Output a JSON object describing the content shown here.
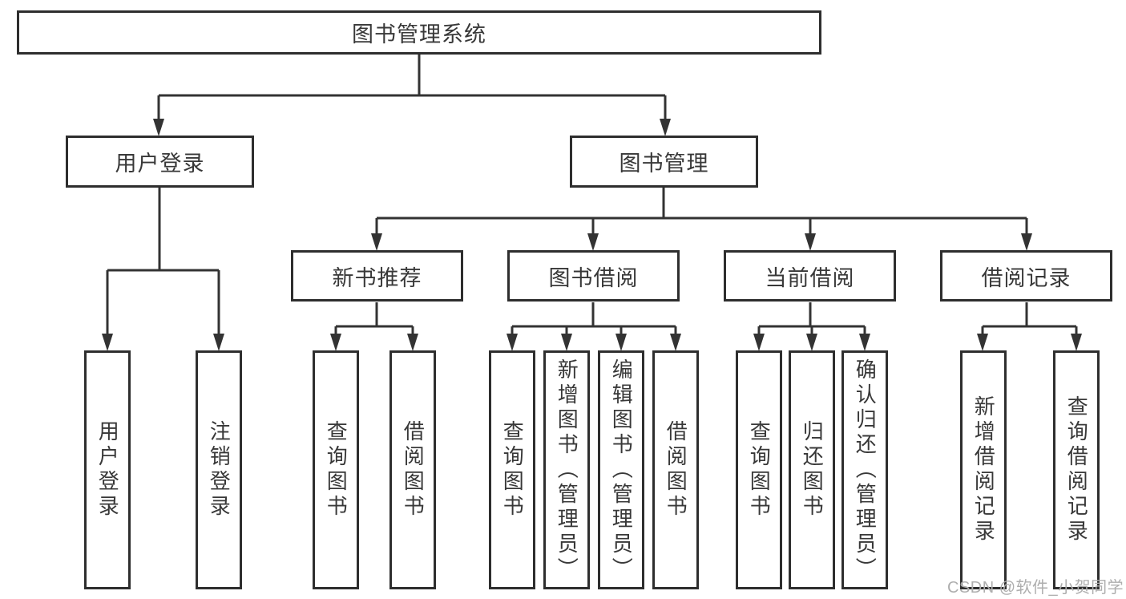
{
  "colors": {
    "background": "#ffffff",
    "line": "#333333",
    "box_border": "#2e2e2e",
    "text": "#383838",
    "watermark": "#aeaeae"
  },
  "diagram": {
    "root": {
      "label": "图书管理系统"
    },
    "level2": [
      {
        "label": "用户登录"
      },
      {
        "label": "图书管理"
      }
    ],
    "level3": [
      {
        "label": "新书推荐",
        "parent": "图书管理"
      },
      {
        "label": "图书借阅",
        "parent": "图书管理"
      },
      {
        "label": "当前借阅",
        "parent": "图书管理"
      },
      {
        "label": "借阅记录",
        "parent": "图书管理"
      }
    ],
    "leaves": [
      {
        "label": "用户登录",
        "parent": "用户登录"
      },
      {
        "label": "注销登录",
        "parent": "用户登录"
      },
      {
        "label": "查询图书",
        "parent": "新书推荐"
      },
      {
        "label": "借阅图书",
        "parent": "新书推荐"
      },
      {
        "label": "查询图书",
        "parent": "图书借阅"
      },
      {
        "label": "新增图书（管理员）",
        "parent": "图书借阅"
      },
      {
        "label": "编辑图书（管理员）",
        "parent": "图书借阅"
      },
      {
        "label": "借阅图书",
        "parent": "图书借阅"
      },
      {
        "label": "查询图书",
        "parent": "当前借阅"
      },
      {
        "label": "归还图书",
        "parent": "当前借阅"
      },
      {
        "label": "确认归还（管理员）",
        "parent": "当前借阅"
      },
      {
        "label": "新增借阅记录",
        "parent": "借阅记录"
      },
      {
        "label": "查询借阅记录",
        "parent": "借阅记录"
      }
    ]
  },
  "watermark": {
    "text": "CSDN @软件_小贺同学"
  }
}
